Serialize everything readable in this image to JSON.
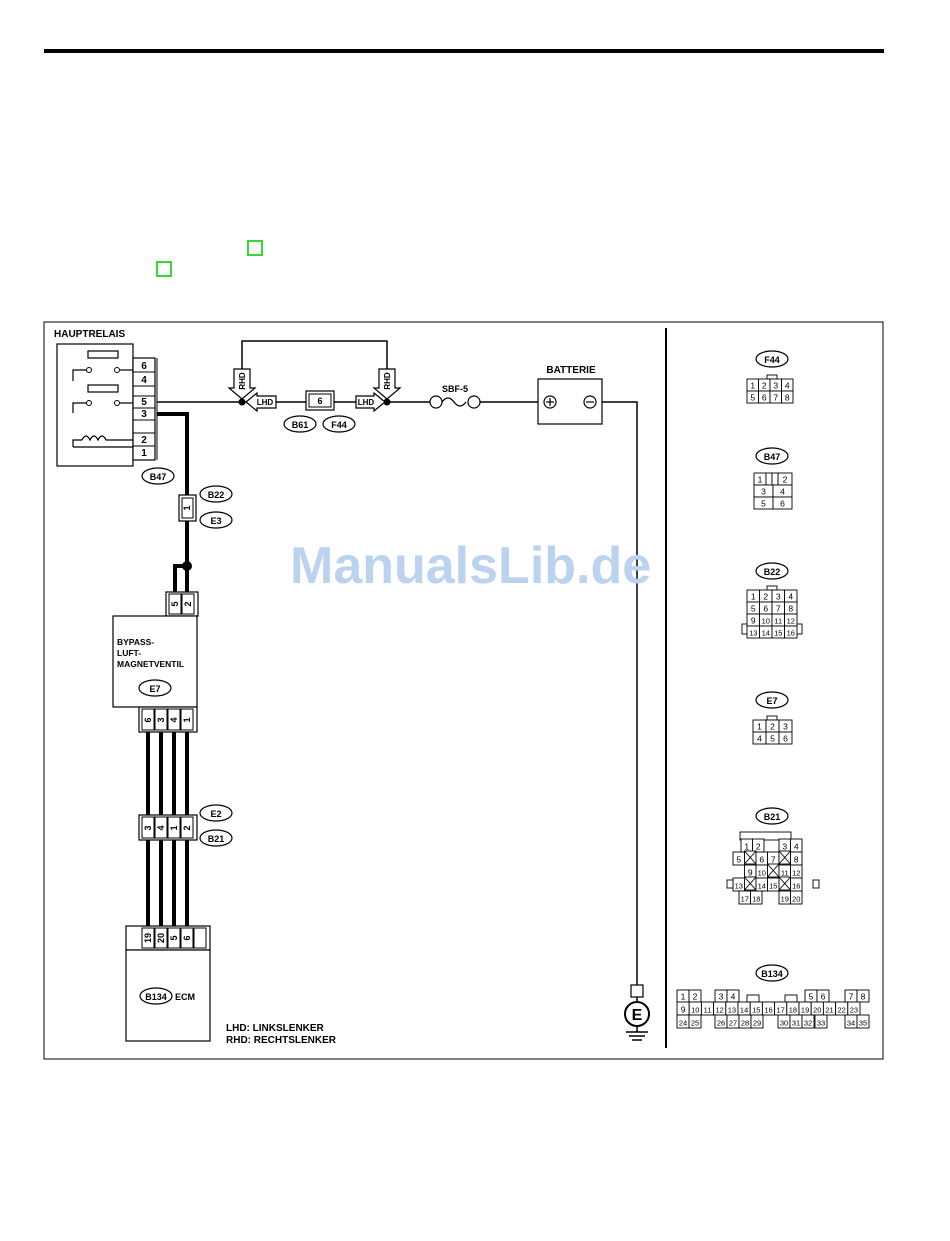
{
  "title": {
    "main_relay": "HAUPTRELAIS",
    "battery": "BATTERIE",
    "fuse": "SBF-5",
    "valve": [
      "BYPASS-",
      "LUFT-",
      "MAGNETVENTIL"
    ],
    "ecm": "ECM",
    "ground": "E"
  },
  "connectors": {
    "b47": "B47",
    "b22": "B22",
    "e3": "E3",
    "e7": "E7",
    "e2": "E2",
    "b21": "B21",
    "b61": "B61",
    "f44": "F44",
    "b134": "B134"
  },
  "arrows": {
    "lhd": "LHD",
    "rhd": "RHD"
  },
  "legend": {
    "lhd": "LHD: LINKSLENKER",
    "rhd": "RHD: RECHTSLENKER"
  },
  "watermark": "ManualsLib.de",
  "pins": {
    "relay": [
      "6",
      "4",
      "5",
      "3",
      "2",
      "1"
    ],
    "f44_b61_inline": "6",
    "b22_e3": "1",
    "e7_top": [
      "5",
      "2"
    ],
    "e7_bottom": [
      "6",
      "3",
      "4",
      "1"
    ],
    "e2_b21": [
      "3",
      "4",
      "1",
      "2"
    ],
    "ecm": [
      "19",
      "20",
      "5",
      "6"
    ]
  },
  "pinouts": {
    "f44": [
      "1",
      "2",
      "3",
      "4",
      "5",
      "6",
      "7",
      "8"
    ],
    "b47": [
      "1",
      "2",
      "3",
      "4",
      "5",
      "6"
    ],
    "b22": [
      "1",
      "2",
      "3",
      "4",
      "5",
      "6",
      "7",
      "8",
      "9",
      "10",
      "11",
      "12",
      "13",
      "14",
      "15",
      "16"
    ],
    "e7": [
      "1",
      "2",
      "3",
      "4",
      "5",
      "6"
    ],
    "b21": [
      "1",
      "2",
      "3",
      "4",
      "5",
      "6",
      "7",
      "8",
      "9",
      "10",
      "11",
      "12",
      "13",
      "14",
      "15",
      "16",
      "17",
      "18",
      "19",
      "20"
    ],
    "b134": [
      "1",
      "2",
      "3",
      "4",
      "5",
      "6",
      "7",
      "8",
      "9",
      "10",
      "11",
      "12",
      "13",
      "14",
      "15",
      "16",
      "17",
      "18",
      "19",
      "20",
      "21",
      "22",
      "23",
      "24",
      "25",
      "26",
      "27",
      "28",
      "29",
      "30",
      "31",
      "32",
      "33",
      "34",
      "35"
    ]
  }
}
